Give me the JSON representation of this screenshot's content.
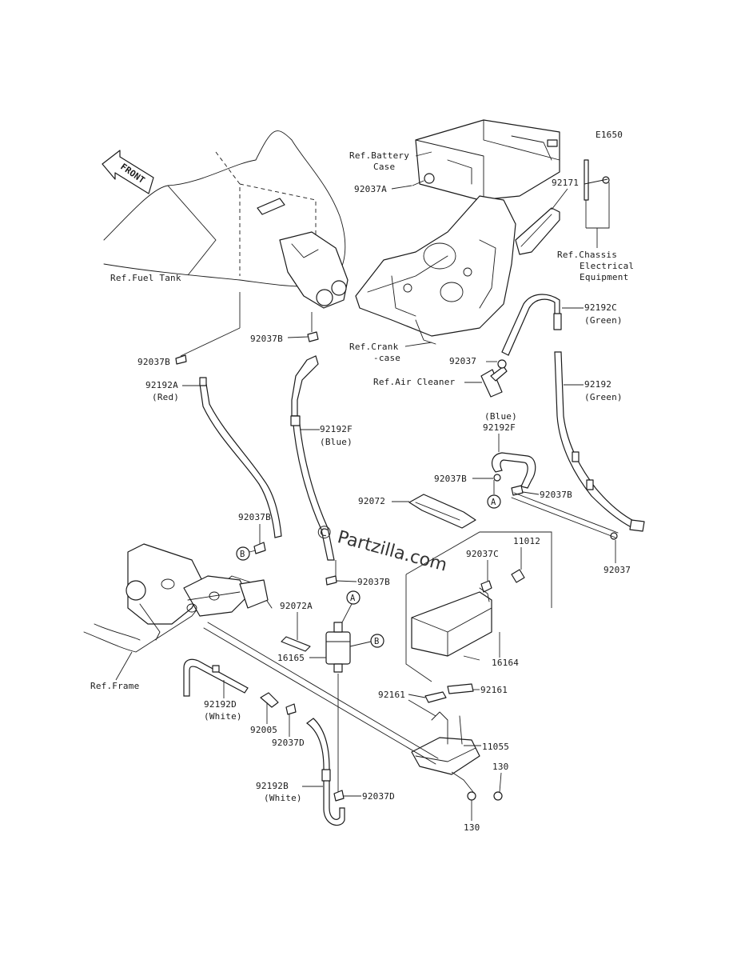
{
  "diagram_code": "E1650",
  "front_arrow": "FRONT",
  "watermark": "© Partzilla.com",
  "refs": {
    "battery_case": [
      "Ref.Battery",
      "Case"
    ],
    "fuel_tank": "Ref.Fuel Tank",
    "chassis": [
      "Ref.Chassis",
      "Electrical",
      "Equipment"
    ],
    "crankcase": [
      "Ref.Crank",
      "-case"
    ],
    "air_cleaner": "Ref.Air Cleaner",
    "frame": "Ref.Frame"
  },
  "callouts": [
    "A",
    "B"
  ],
  "parts": {
    "p92037A": "92037A",
    "p92171": "92171",
    "p92192C": [
      "92192C",
      "(Green)"
    ],
    "p92037B_top": "92037B",
    "p92037B_left": "92037B",
    "p92192A": [
      "92192A",
      "(Red)"
    ],
    "p92037_air": "92037",
    "p92192_green": [
      "92192",
      "(Green)"
    ],
    "p92192F_mid": [
      "92192F",
      "(Blue)"
    ],
    "p92192F_right": [
      "(Blue)",
      "92192F"
    ],
    "p92037B_right": "92037B",
    "p92037B_right2": "92037B",
    "p92072": "92072",
    "p92037B_lower_left": "92037B",
    "p11012": "11012",
    "p92037C": "92037C",
    "p92037_right": "92037",
    "p92037B_filter": "92037B",
    "p92072A": "92072A",
    "p16165": "16165",
    "p16164": "16164",
    "p92161_left": "92161",
    "p92161_right": "92161",
    "p92192D": [
      "92192D",
      "(White)"
    ],
    "p92005": "92005",
    "p92037D_left": "92037D",
    "p11055": "11055",
    "p130_top": "130",
    "p92192B": [
      "92192B",
      "(White)"
    ],
    "p92037D_bottom": "92037D",
    "p130_bottom": "130"
  }
}
